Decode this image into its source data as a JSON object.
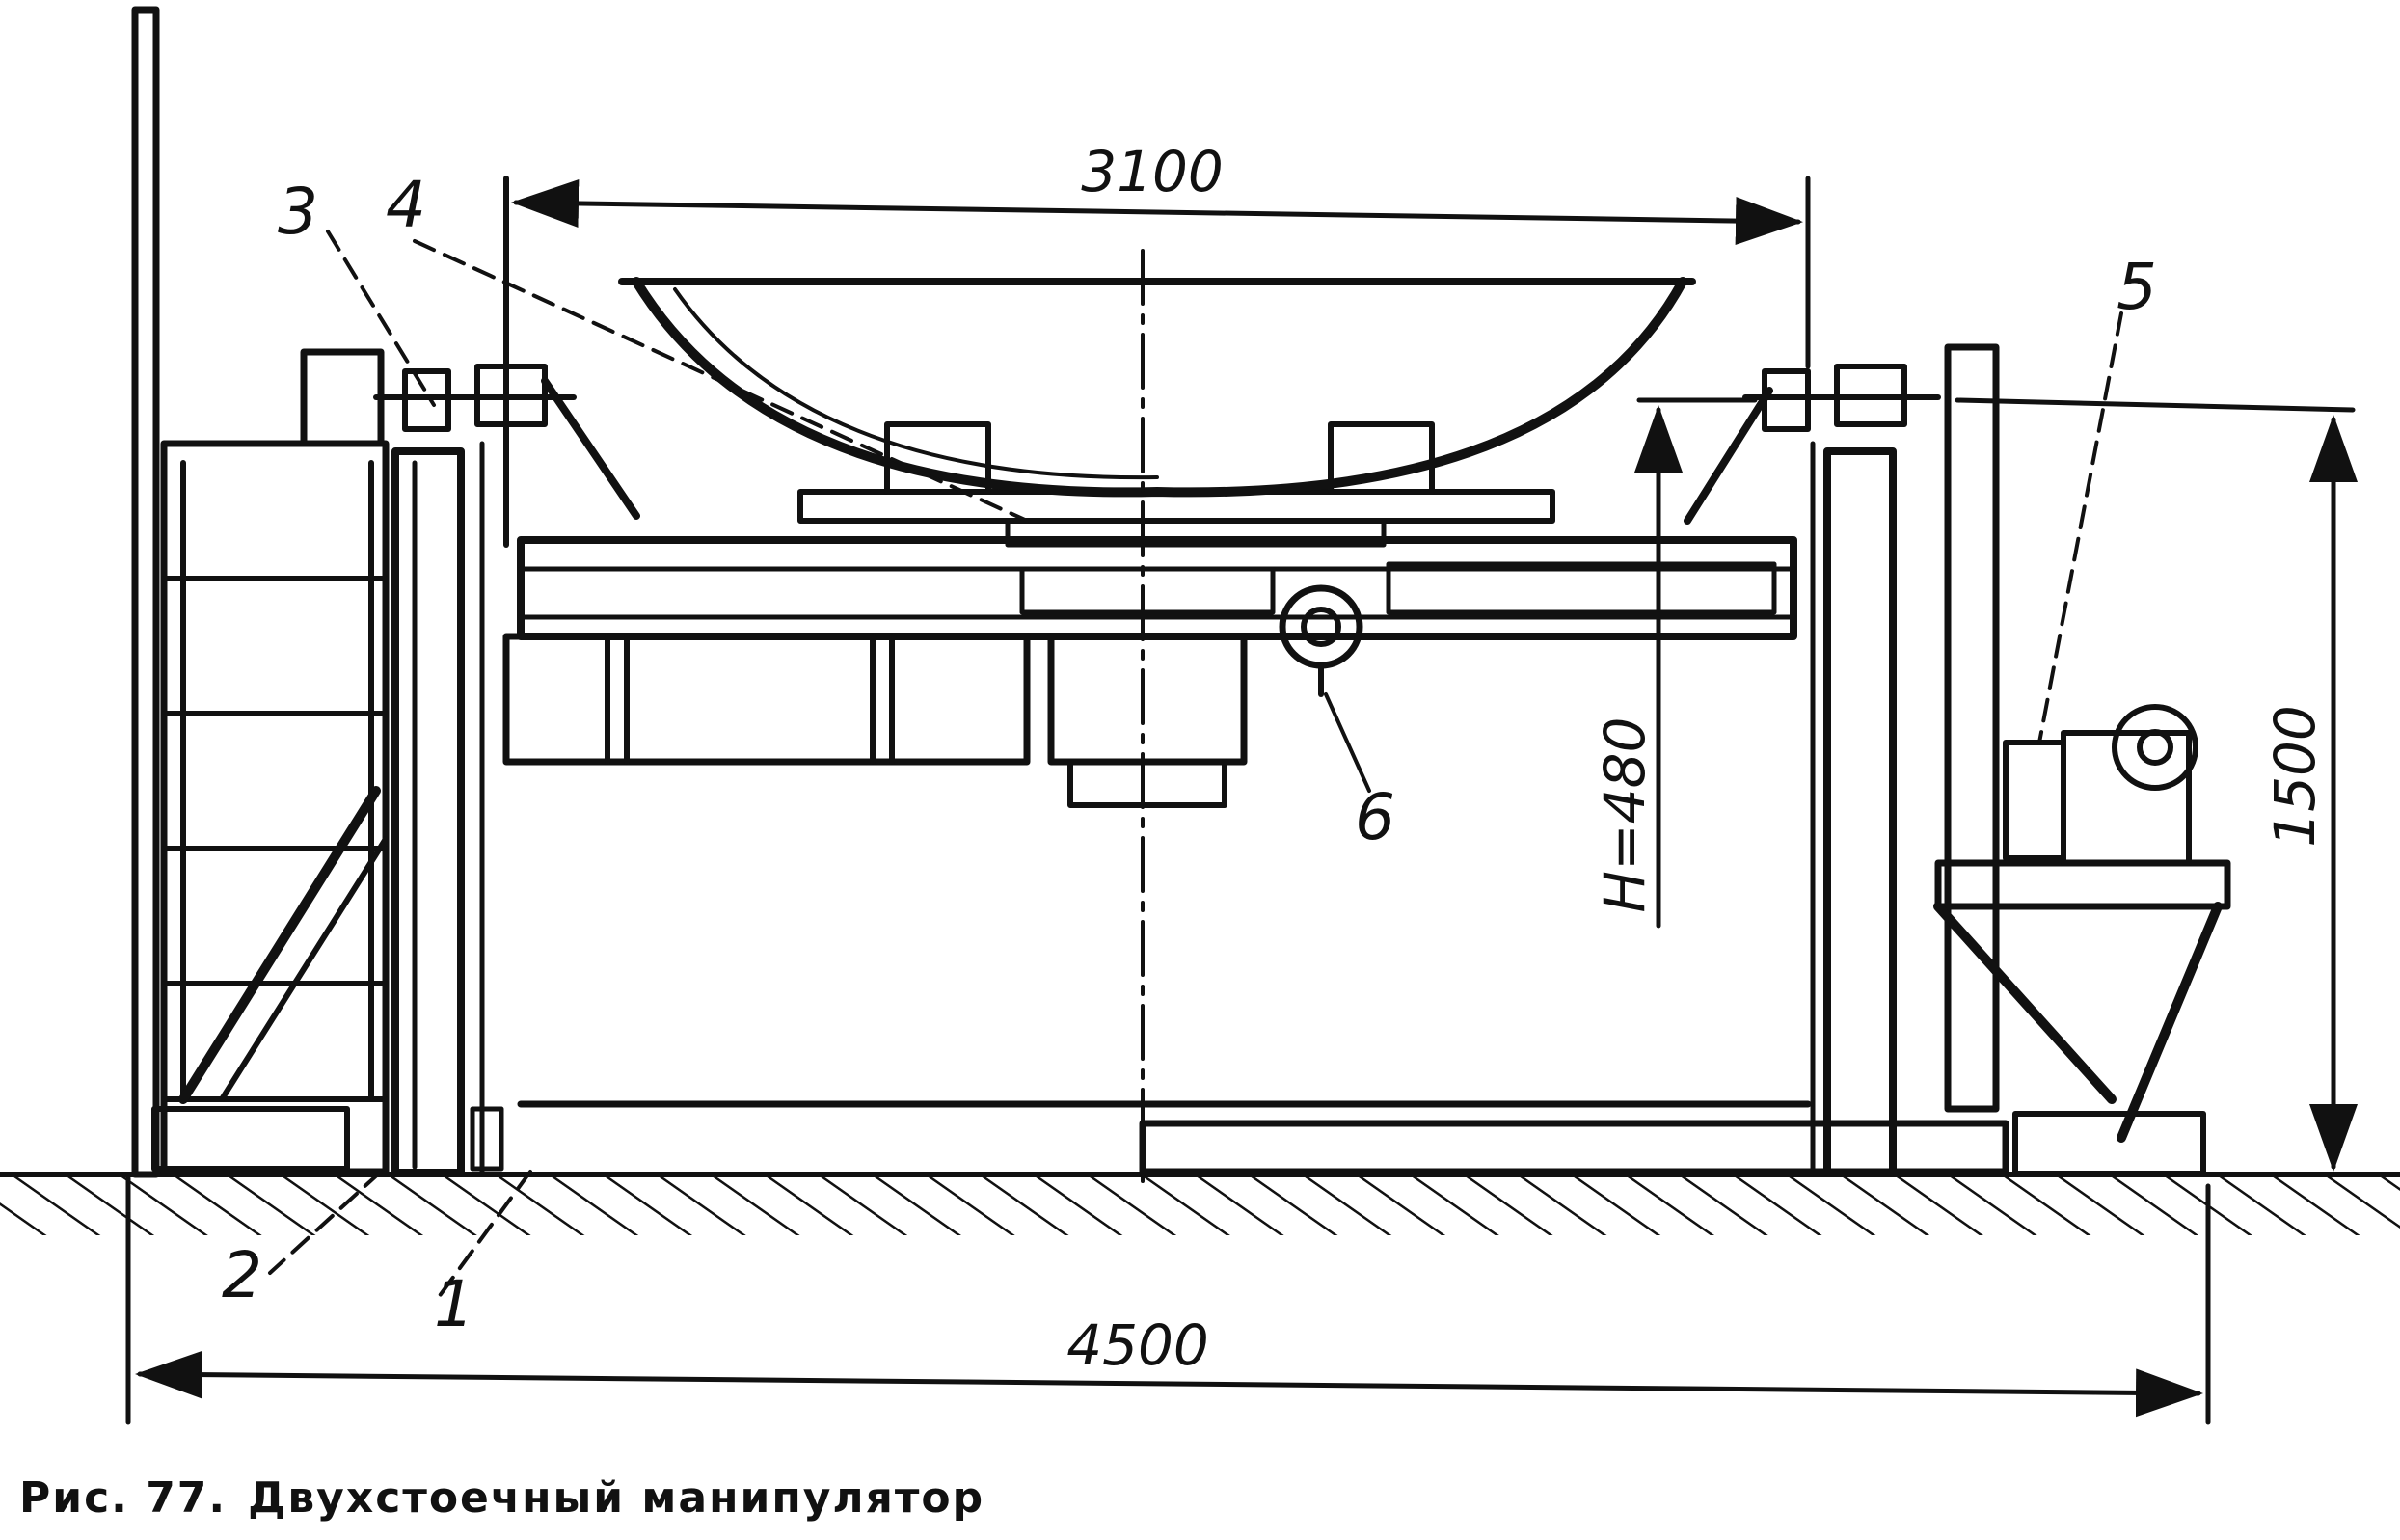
{
  "dimensions": {
    "top_span": "3100",
    "total_length": "4500",
    "height": "1500",
    "stroke_h": "H=480"
  },
  "callouts": [
    "1",
    "2",
    "3",
    "4",
    "5",
    "6"
  ],
  "caption": {
    "figure": "Рис. 77.",
    "title": "Двухстоечный манипулятор"
  },
  "colors": {
    "ink": "#111111",
    "paper": "#ffffff"
  }
}
